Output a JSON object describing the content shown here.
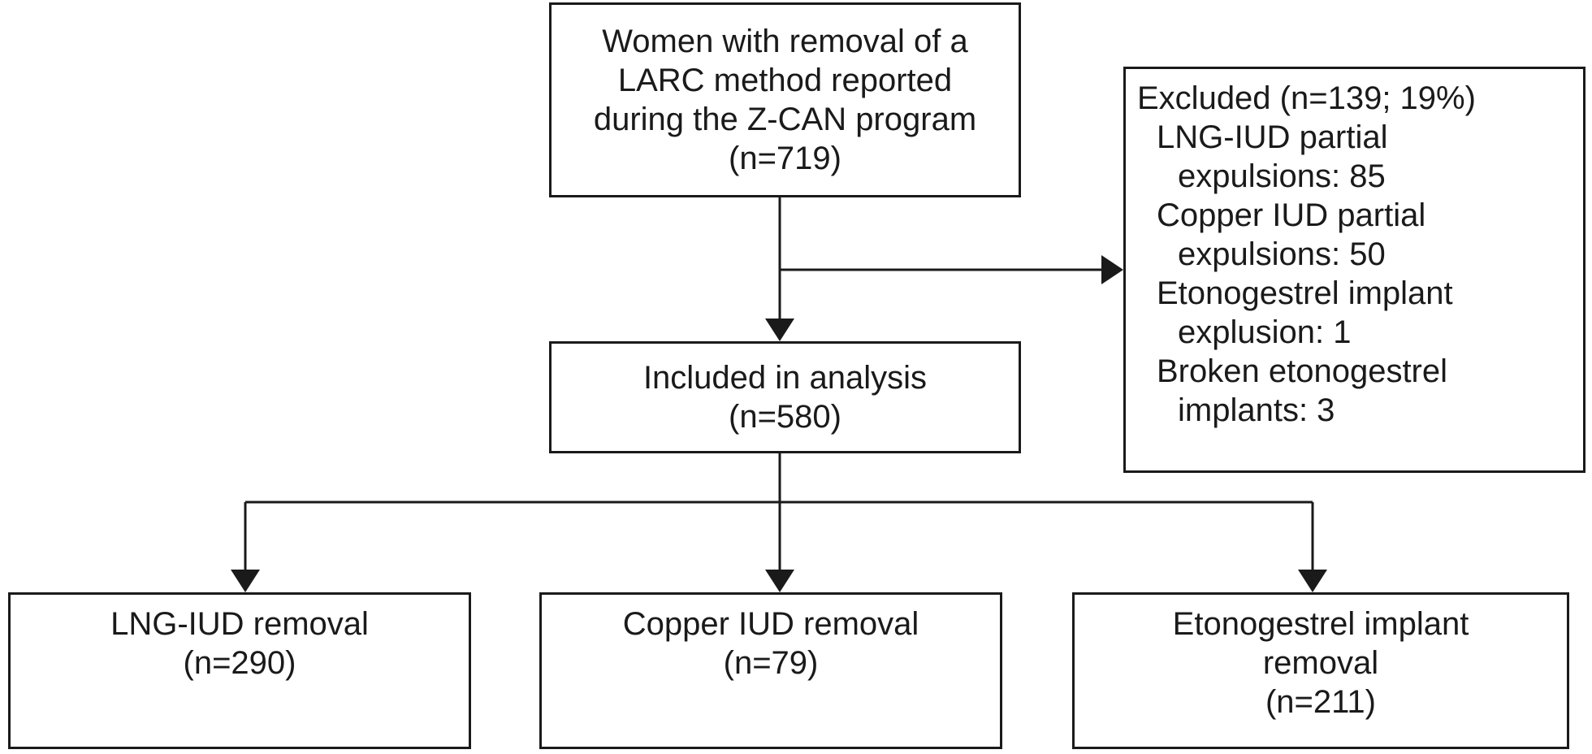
{
  "boxes": {
    "start": {
      "lines": [
        "Women with removal of a",
        "LARC method reported",
        "during the Z-CAN program",
        "(n=719)"
      ]
    },
    "included": {
      "lines": [
        "Included in analysis",
        "(n=580)"
      ]
    },
    "excluded": {
      "title": "Excluded (n=139; 19%)",
      "items": [
        {
          "line1": "LNG-IUD partial",
          "line2": "expulsions: 85"
        },
        {
          "line1": "Copper IUD partial",
          "line2": "expulsions: 50"
        },
        {
          "line1": "Etonogestrel implant",
          "line2": "explusion: 1"
        },
        {
          "line1": "Broken etonogestrel",
          "line2": "implants: 3"
        }
      ]
    },
    "lng_removal": {
      "lines": [
        "LNG-IUD removal",
        "(n=290)"
      ]
    },
    "copper_removal": {
      "lines": [
        "Copper IUD removal",
        "(n=79)"
      ]
    },
    "implant_removal": {
      "lines": [
        "Etonogestrel implant",
        "removal",
        "(n=211)"
      ]
    }
  },
  "colors": {
    "line": "#1a1a1a",
    "background": "#ffffff"
  }
}
